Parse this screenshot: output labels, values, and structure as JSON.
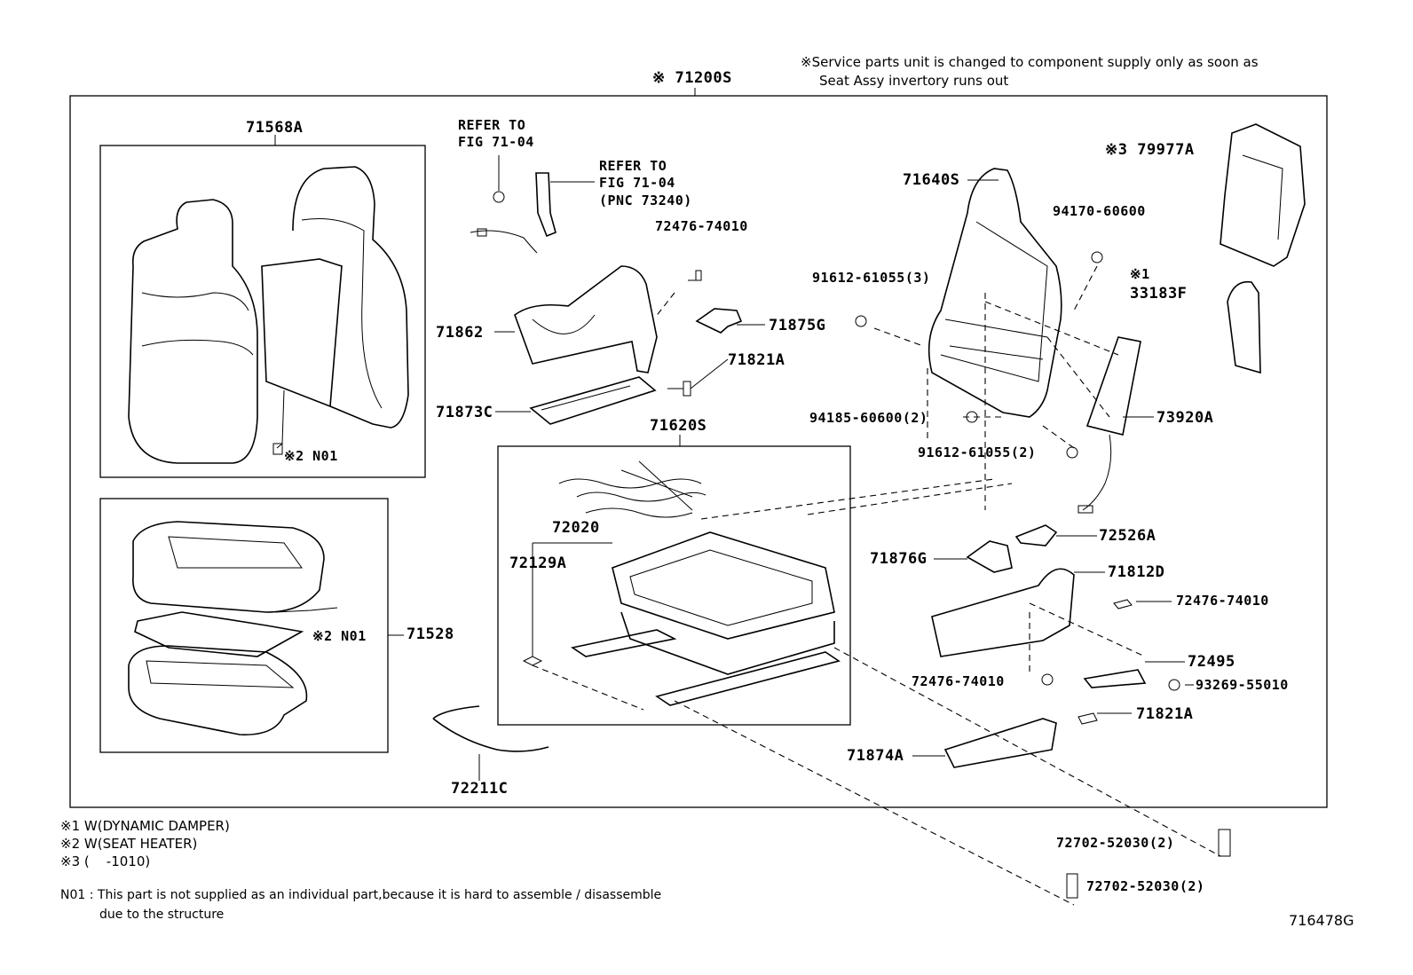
{
  "header_note_line1": "※Service parts unit is changed to component supply only as soon as",
  "header_note_line2": "Seat Assy invertory runs out",
  "assembly_label": "※ 71200S",
  "parts": {
    "p71568A": "71568A",
    "refer1_line1": "REFER TO",
    "refer1_line2": "FIG 71-04",
    "refer2_line1": "REFER TO",
    "refer2_line2": "FIG 71-04",
    "refer2_line3": "(PNC 73240)",
    "p72476_74010_a": "72476-74010",
    "p71862": "71862",
    "p71875G": "71875G",
    "p71821A_a": "71821A",
    "p71873C": "71873C",
    "p71620S": "71620S",
    "p72020": "72020",
    "p72129A": "72129A",
    "n01_top": "※2 N01",
    "n01_bottom": "※2 N01",
    "p71528": "71528",
    "p72211C": "72211C",
    "p71640S": "71640S",
    "p94170_60600": "94170-60600",
    "p91612_61055_3": "91612-61055(3)",
    "p94185_60600_2": "94185-60600(2)",
    "p91612_61055_2": "91612-61055(2)",
    "p79977A": "※3 79977A",
    "mark1": "※1",
    "p33183F": "33183F",
    "p73920A": "73920A",
    "p72526A": "72526A",
    "p71876G": "71876G",
    "p71812D": "71812D",
    "p72476_74010_b": "72476-74010",
    "p72495": "72495",
    "p72476_74010_c": "72476-74010",
    "p93269_55010": "93269-55010",
    "p71821A_b": "71821A",
    "p71874A": "71874A",
    "p72702_52030_a": "72702-52030(2)",
    "p72702_52030_b": "72702-52030(2)"
  },
  "footnotes": {
    "f1": "※1 W(DYNAMIC DAMPER)",
    "f2": "※2 W(SEAT HEATER)",
    "f3": "※3 (    -1010)",
    "n01_line1": "N01 : This part is not supplied as an individual part,because it is hard to assemble / disassemble",
    "n01_line2": "due to the structure"
  },
  "figure_id": "716478G"
}
